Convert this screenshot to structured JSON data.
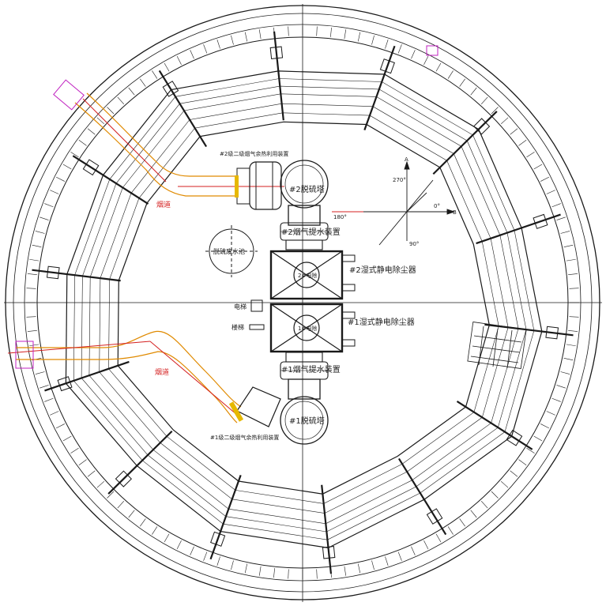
{
  "labels": {
    "reheater_2": "#2级二级烟气余热利用装置",
    "reheater_1": "#1级二级烟气余热利用装置",
    "flue_upper": "烟道",
    "flue_lower": "烟道",
    "desulf_tower_2": "#2脱硫塔",
    "desulf_tower_1": "#1脱硫塔",
    "water_extract_2": "#2烟气提水装置",
    "water_extract_1": "#1烟气提水装置",
    "esp_2": "#2湿式静电除尘器",
    "esp_1": "#1湿式静电除尘器",
    "esp_inner_2": "2#电除",
    "esp_inner_1": "1#电除",
    "wastewater_pool": "脱硫废水池",
    "electric_room": "电梯",
    "stairs": "楼梯"
  },
  "compass": {
    "north": "270°",
    "east": "0°",
    "west": "180°",
    "south": "90°",
    "axis_b": "B",
    "axis_a": "A"
  },
  "colors": {
    "line": "#1a1a1a",
    "flue": "#e08a00",
    "red": "#d42020",
    "magenta": "#c020c0"
  }
}
